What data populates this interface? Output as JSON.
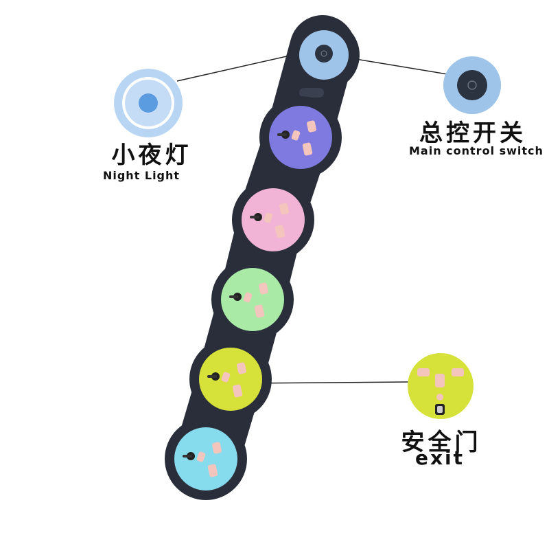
{
  "callouts": {
    "night_light": {
      "zh": "小夜灯",
      "en": "Night Light"
    },
    "main_switch": {
      "zh": "总控开关",
      "en": "Main control switch"
    },
    "safety_door": {
      "zh": "安全门",
      "en": "exit"
    }
  },
  "strip": {
    "body_color": "#2a2e3a",
    "button_color": "#9ec4ea",
    "outlets": [
      {
        "name": "outlet-purple",
        "color": "#7f7ae0"
      },
      {
        "name": "outlet-pink",
        "color": "#f1b3d6"
      },
      {
        "name": "outlet-green",
        "color": "#a8eaa6"
      },
      {
        "name": "outlet-yellow",
        "color": "#d6e23a"
      },
      {
        "name": "outlet-cyan",
        "color": "#86dcec"
      }
    ]
  }
}
